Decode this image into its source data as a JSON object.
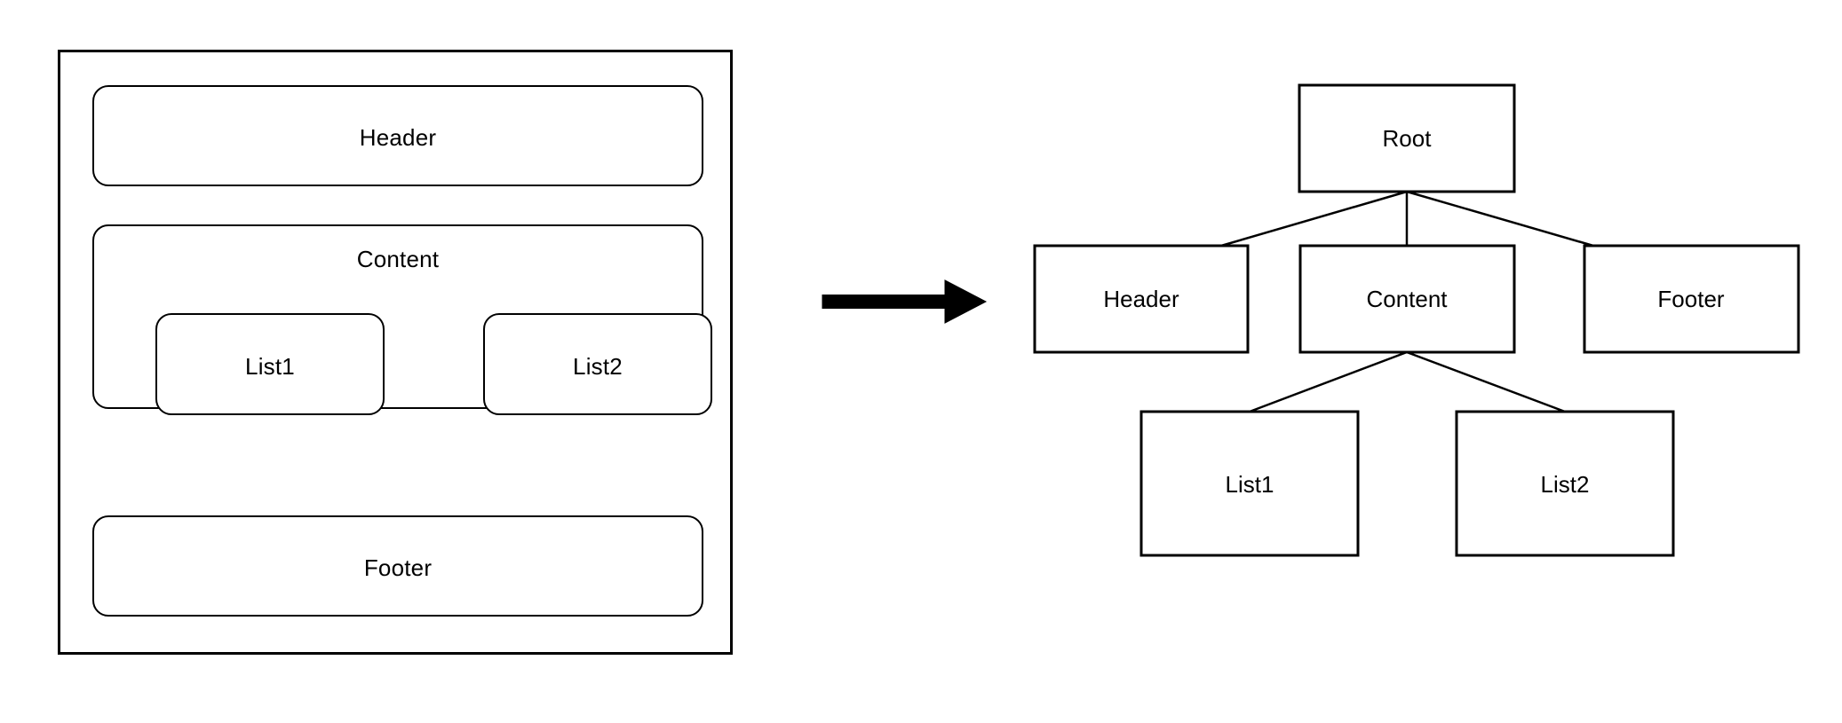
{
  "diagram": {
    "title_visible": false,
    "stroke_color": "#000000",
    "fill_color": "#ffffff",
    "background": "#ffffff"
  },
  "layout_panel": {
    "outer_container_label": "",
    "regions": [
      {
        "id": "header",
        "label": "Header"
      },
      {
        "id": "content",
        "label": "Content"
      },
      {
        "id": "footer",
        "label": "Footer"
      }
    ],
    "content_children": [
      {
        "id": "list1",
        "label": "List1"
      },
      {
        "id": "list2",
        "label": "List2"
      }
    ]
  },
  "arrow": {
    "name": "transform-arrow",
    "direction": "right",
    "color": "#000000",
    "label": ""
  },
  "tree_panel": {
    "nodes": [
      {
        "id": "root",
        "label": "Root",
        "level": 0
      },
      {
        "id": "header",
        "label": "Header",
        "level": 1
      },
      {
        "id": "content",
        "label": "Content",
        "level": 1
      },
      {
        "id": "footer",
        "label": "Footer",
        "level": 1
      },
      {
        "id": "list1",
        "label": "List1",
        "level": 2
      },
      {
        "id": "list2",
        "label": "List2",
        "level": 2
      }
    ],
    "edges": [
      {
        "from": "root",
        "to": "header"
      },
      {
        "from": "root",
        "to": "content"
      },
      {
        "from": "root",
        "to": "footer"
      },
      {
        "from": "content",
        "to": "list1"
      },
      {
        "from": "content",
        "to": "list2"
      }
    ]
  }
}
